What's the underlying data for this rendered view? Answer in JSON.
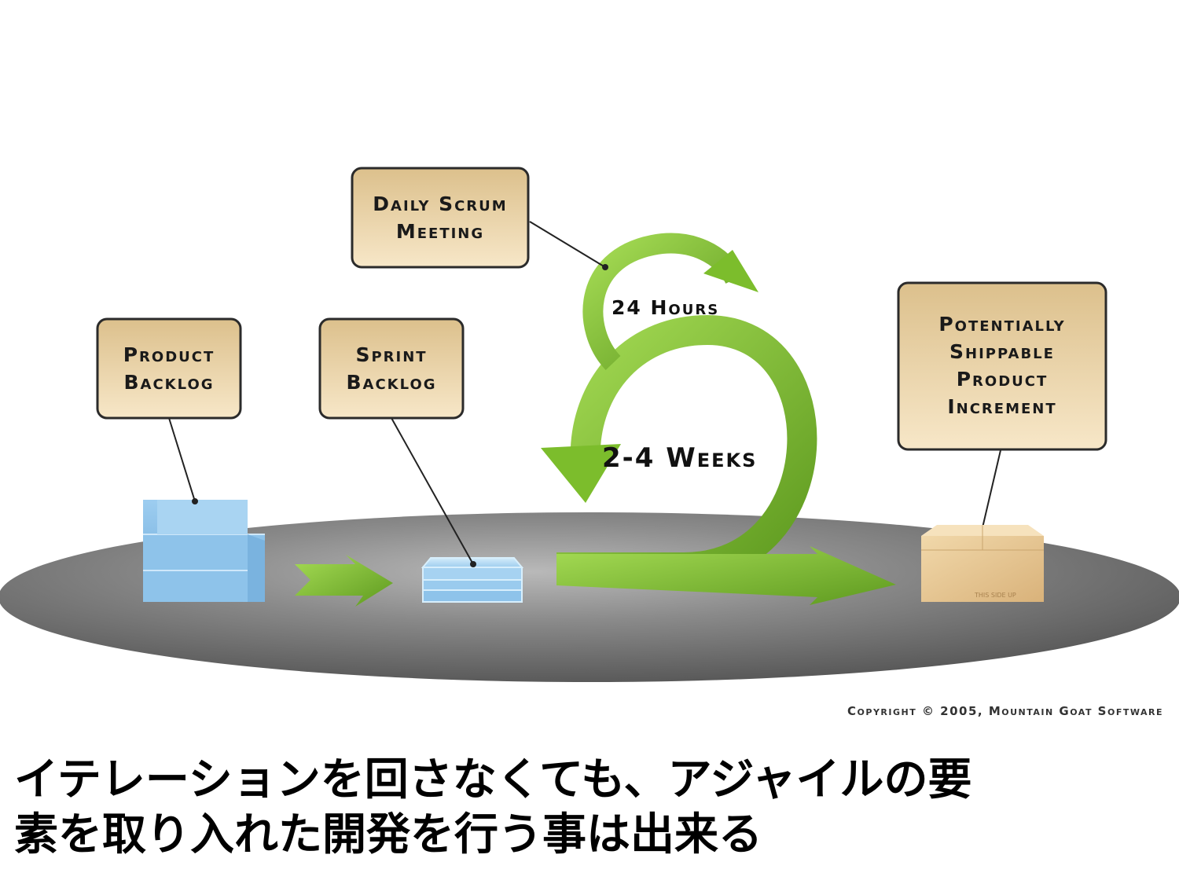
{
  "labels": {
    "daily_scrum": [
      "Daily Scrum",
      "Meeting"
    ],
    "product_backlog": [
      "Product",
      "Backlog"
    ],
    "sprint_backlog": [
      "Sprint",
      "Backlog"
    ],
    "potentially_shippable": [
      "Potentially",
      "Shippable",
      "Product",
      "Increment"
    ],
    "hours_24": "24 Hours",
    "weeks_2_4": "2-4 Weeks",
    "box_stamp": "THIS SIDE UP"
  },
  "copyright": "Copyright © 2005, Mountain Goat Software",
  "caption": {
    "line1": "イテレーションを回さなくても、アジャイルの要",
    "line2": "素を取り入れた開発を行う事は出来る"
  },
  "colors": {
    "label_box_fill": "#f1dcb3",
    "label_box_border": "#2b2b2b",
    "arrow_green": "#7cbd2c",
    "backlog_blue": "#a9d2ef",
    "platform_gray": "#6e6e6e",
    "package_tan": "#e8c894"
  }
}
